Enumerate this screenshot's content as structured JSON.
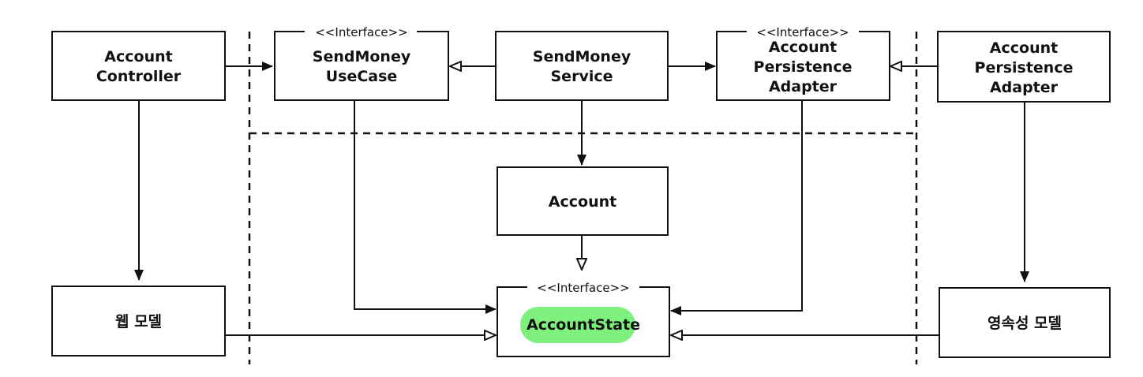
{
  "diagram": {
    "nodes": {
      "account_controller": {
        "lines": [
          "Account",
          "Controller"
        ]
      },
      "send_money_usecase": {
        "stereotype": "<<Interface>>",
        "lines": [
          "SendMoney",
          "UseCase"
        ]
      },
      "send_money_service": {
        "lines": [
          "SendMoney",
          "Service"
        ]
      },
      "persistence_interface": {
        "stereotype": "<<Interface>>",
        "lines": [
          "Account",
          "Persistence",
          "Adapter"
        ]
      },
      "persistence_adapter": {
        "lines": [
          "Account",
          "Persistence",
          "Adapter"
        ]
      },
      "account": {
        "lines": [
          "Account"
        ]
      },
      "account_state": {
        "stereotype": "<<Interface>>",
        "lines": [
          "AccountState"
        ],
        "highlight_color": "#7ef07e"
      },
      "web_model": {
        "lines": [
          "웹 모델"
        ]
      },
      "persistence_model": {
        "lines": [
          "영속성 모델"
        ]
      }
    }
  }
}
